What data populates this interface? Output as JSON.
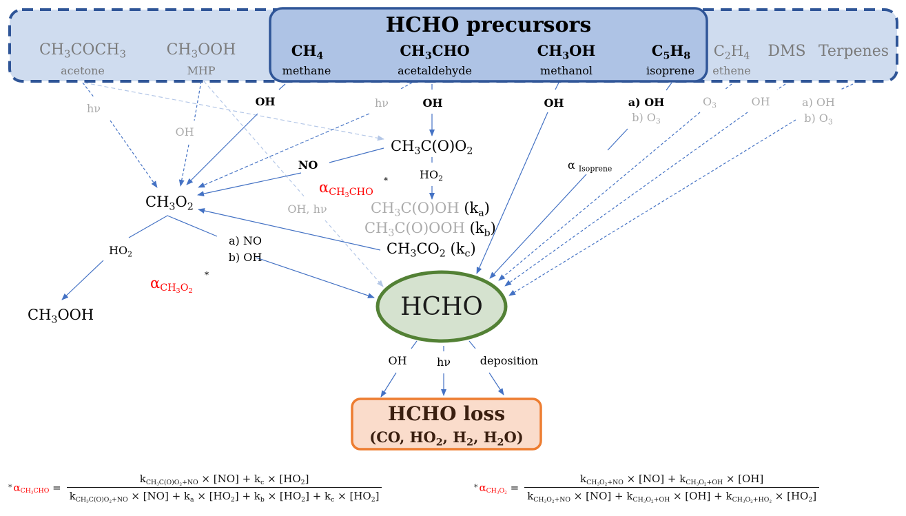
{
  "title": "HCHO precursors",
  "precursors_main": [
    {
      "formula_html": "CH<sub>4</sub>",
      "name": "methane"
    },
    {
      "formula_html": "CH<sub>3</sub>CHO",
      "name": "acetaldehyde"
    },
    {
      "formula_html": "CH<sub>3</sub>OH",
      "name": "methanol"
    },
    {
      "formula_html": "C<sub>5</sub>H<sub>8</sub>",
      "name": "isoprene"
    }
  ],
  "precursors_minor": [
    {
      "formula_html": "CH<sub>3</sub>COCH<sub>3</sub>",
      "name": "acetone"
    },
    {
      "formula_html": "CH<sub>3</sub>OOH",
      "name": "MHP"
    },
    {
      "formula_html": "C<sub>2</sub>H<sub>4</sub>",
      "name": "ethene"
    },
    {
      "formula_html": "DMS",
      "name": ""
    },
    {
      "formula_html": "Terpenes",
      "name": ""
    }
  ],
  "reaction_labels": {
    "acetone_hv": "hν",
    "mhp_oh": "OH",
    "methane_oh": "OH",
    "acetaldehyde_hv": "hν",
    "acetaldehyde_oh": "OH",
    "methanol_oh": "OH",
    "isoprene_a": "a) OH",
    "isoprene_b_html": "b) O<sub>3</sub>",
    "ethene_o3_html": "O<sub>3</sub>",
    "dms_oh": "OH",
    "terpenes_a": "a) OH",
    "terpenes_b_html": "b) O<sub>3</sub>",
    "no": "NO",
    "ho2_html": "HO<sub>2</sub>",
    "mhp_oh_hv": "OH, hν",
    "ch3o2_ho2_html": "HO<sub>2</sub>",
    "ch3o2_a": "a) NO",
    "ch3o2_b": "b) OH",
    "loss_oh": "OH",
    "loss_hv": "hν",
    "loss_dep": "deposition"
  },
  "intermediates": {
    "ch3co3_html": "CH<sub>3</sub>C(O)O<sub>2</sub>",
    "ch3cooh_html": "CH<sub>3</sub>C(O)OH",
    "ka_html": "(k<sub>a</sub>)",
    "ch3coooh_html": "CH<sub>3</sub>C(O)OOH",
    "kb_html": "(k<sub>b</sub>)",
    "ch3co2_html": "CH<sub>3</sub>CO<sub>2</sub> (k<sub>c</sub>)",
    "ch3o2_html": "CH<sub>3</sub>O<sub>2</sub>",
    "ch3ooh_html": "CH<sub>3</sub>OOH"
  },
  "yields": {
    "alpha_ch3cho_html": "α<sub>CH<sub>3</sub>CHO</sub>",
    "alpha_ch3o2_html": "α<sub>CH<sub>3</sub>O<sub>2</sub></sub>",
    "alpha_isoprene_html": "α <sub>Isoprene</sub>",
    "asterisk": "*"
  },
  "hcho": {
    "label": "HCHO"
  },
  "loss": {
    "title": "HCHO loss",
    "products_html": "(CO, HO<sub>2</sub>, H<sub>2</sub>, H<sub>2</sub>O)"
  },
  "equations": {
    "ch3cho": {
      "lhs_html": "α<sub>CH<sub>3</sub>CHO</sub>",
      "num_html": "k<sub>CH<sub>3</sub>C(O)O<sub>2</sub>+NO</sub> × [NO] + k<sub>c</sub> × [HO<sub>2</sub>]",
      "den_html": "k<sub>CH<sub>3</sub>C(O)O<sub>2</sub>+NO</sub> × [NO] + k<sub>a</sub> × [HO<sub>2</sub>] + k<sub>b</sub> × [HO<sub>2</sub>] + k<sub>c</sub> × [HO<sub>2</sub>]"
    },
    "ch3o2": {
      "lhs_html": "α<sub>CH<sub>3</sub>O<sub>2</sub></sub>",
      "num_html": "k<sub>CH<sub>3</sub>O<sub>2</sub>+NO</sub> × [NO] + k<sub>CH<sub>3</sub>O<sub>2</sub>+OH</sub> × [OH]",
      "den_html": "k<sub>CH<sub>3</sub>O<sub>2</sub>+NO</sub> × [NO] + k<sub>CH<sub>3</sub>O<sub>2</sub>+OH</sub> × [OH] + k<sub>CH<sub>3</sub>O<sub>2</sub>+HO<sub>2</sub></sub> × [HO<sub>2</sub>]"
    }
  },
  "colors": {
    "outer_fill": "#cfdcef",
    "outer_stroke": "#2f5597",
    "inner_fill": "#aec3e5",
    "arrow": "#4472c4",
    "arrow_light": "#b4c7e7",
    "hcho_fill": "#d5e2cf",
    "hcho_stroke": "#538135",
    "loss_fill": "#fadccb",
    "loss_stroke": "#ed7d31",
    "alpha": "#ff0000"
  }
}
